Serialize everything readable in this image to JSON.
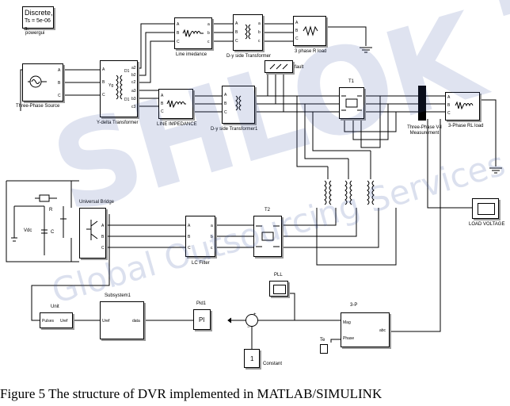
{
  "diagram": {
    "blocks": {
      "powergui_mode": "Discrete,",
      "powergui_ts": "Ts = 5e-06 s.",
      "powergui": "powergui",
      "three_phase_source": "Three-Phase Source",
      "transformer_3w": "Y-delta Transformer",
      "line_impedance_top": "Line imedance",
      "dy_transformer_top": "D-y side Transformer",
      "rl_load_top": "3 phase R load",
      "fault": "fault",
      "line_impedance_mid": "LINE IMPEDANCE",
      "dy_transformer_mid": "D-y side Transformer1",
      "t1": "T1",
      "vi_measurement": "Three-Phase V-I Measurement",
      "rl_load_right": "3-Phase RL load",
      "load_voltage": "LOAD VOLTAGE",
      "universal_bridge": "Universal Bridge",
      "r_label": "R",
      "c_label": "C",
      "vdc_label": "Vdc",
      "lc_filter": "LC Filter",
      "t2": "T2",
      "pll": "PLL",
      "unit": "Unit",
      "unit_port_in": "Uref",
      "unit_port_out": "Pulses",
      "subsystem": "Subsystem1",
      "subsystem_in": "data",
      "subsystem_out": "Uref",
      "pi_block": "Pl",
      "pi_title": "Pid1",
      "sum_sign": "+",
      "sum_minus": "−",
      "constant_value": "1",
      "constant": "Constant",
      "transform": "3-P",
      "transform_in": "abc",
      "transform_mag": "Mag",
      "transform_ph": "Phase",
      "scope_te": "Te"
    },
    "ports": {
      "abc": [
        "A",
        "B",
        "C"
      ],
      "abc_lower": [
        "a",
        "b",
        "c"
      ],
      "transformer_out": [
        "a2",
        "b2",
        "c2",
        "a3",
        "b3",
        "c3"
      ],
      "transformer_in_tag": "Yg",
      "transformer_sec_tag": "D1"
    }
  },
  "watermark": {
    "brand": "SHLOK TEC",
    "tagline": "Global Outsourcing Services"
  },
  "caption": "Figure 5 The structure of DVR implemented in MATLAB/SIMULINK",
  "colors": {
    "line": "#000000",
    "watermark": "#3f5aa6",
    "block_shadow": "#9a9a9a"
  }
}
